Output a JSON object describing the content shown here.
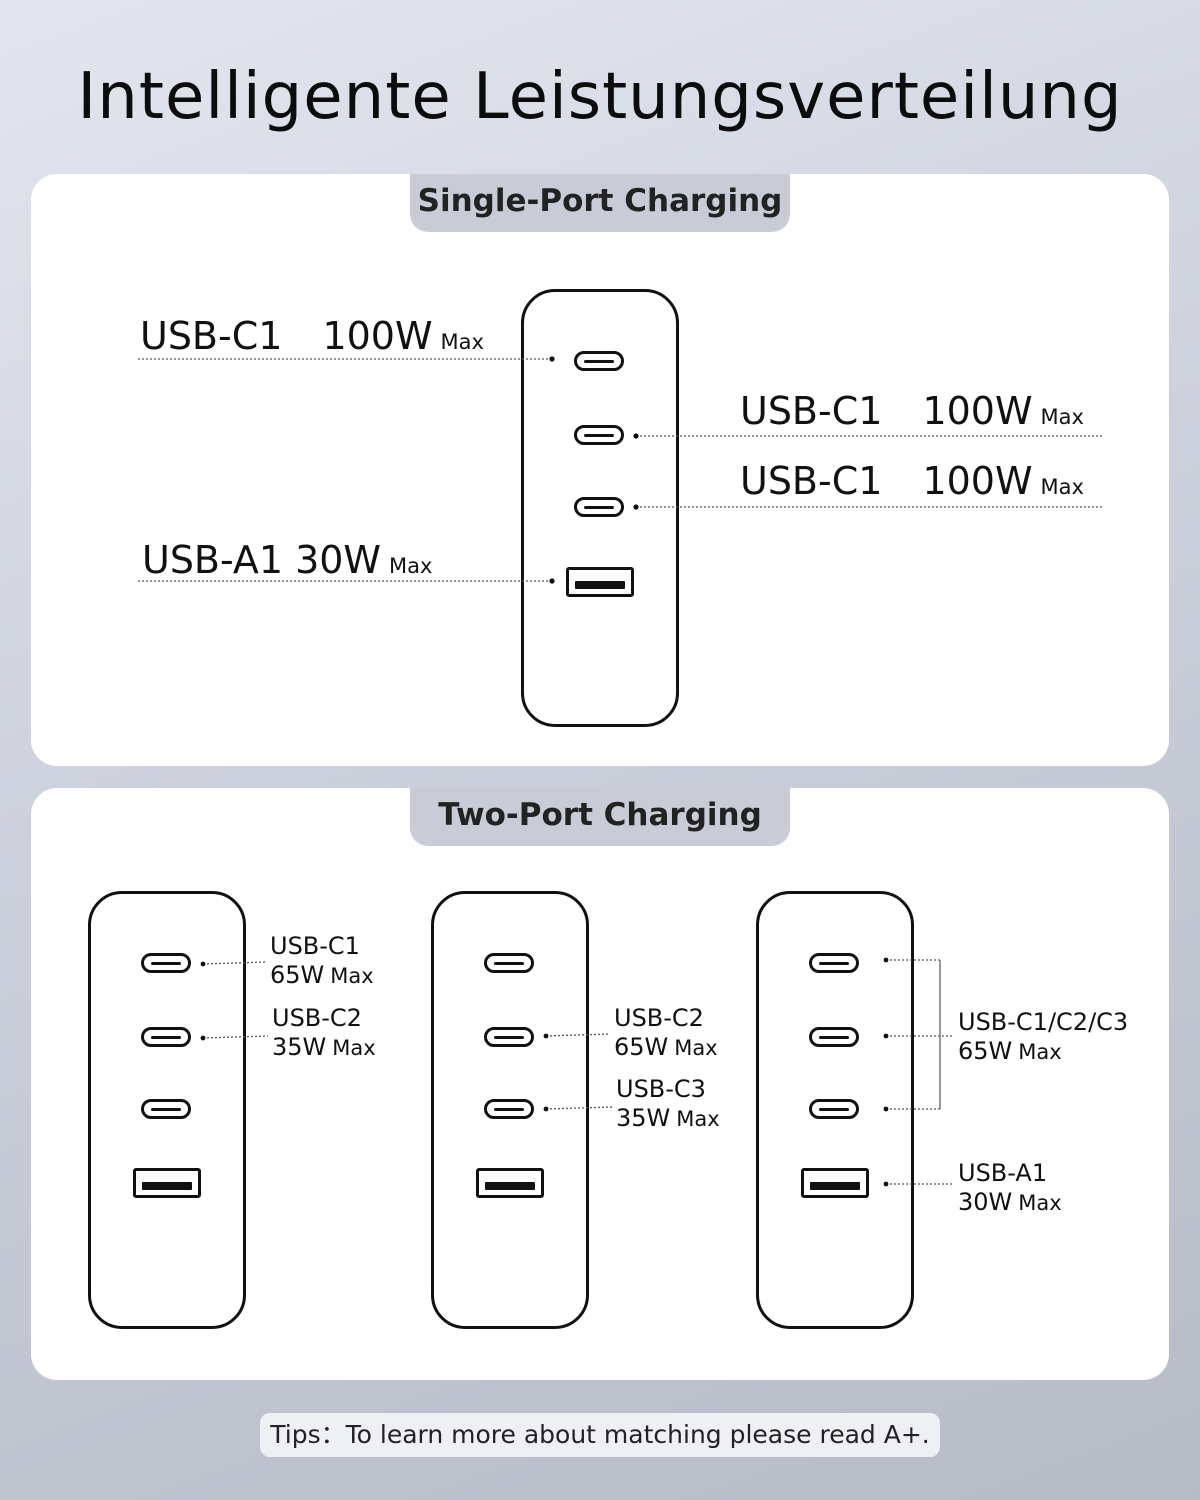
{
  "title": "Intelligente Leistungsverteilung",
  "single": {
    "tab": "Single-Port Charging",
    "labels": [
      {
        "port": "USB-C1",
        "watt": "100W",
        "max": "Max"
      },
      {
        "port": "USB-C1",
        "watt": "100W",
        "max": "Max"
      },
      {
        "port": "USB-C1",
        "watt": "100W",
        "max": "Max"
      },
      {
        "port": "USB-A1",
        "watt": "30W",
        "max": "Max"
      }
    ]
  },
  "two": {
    "tab": "Two-Port Charging",
    "left": [
      {
        "port": "USB-C1",
        "watt": "65W",
        "max": "Max"
      },
      {
        "port": "USB-C2",
        "watt": "35W",
        "max": "Max"
      }
    ],
    "middle": [
      {
        "port": "USB-C2",
        "watt": "65W",
        "max": "Max"
      },
      {
        "port": "USB-C3",
        "watt": "35W",
        "max": "Max"
      }
    ],
    "right": [
      {
        "port": "USB-C1/C2/C3",
        "watt": "65W",
        "max": "Max"
      },
      {
        "port": "USB-A1",
        "watt": "30W",
        "max": "Max"
      }
    ]
  },
  "tips": "Tips：To learn more about matching please read A+.",
  "colors": {
    "line": "#555555",
    "panel": "#ffffff",
    "tab": "#c9ccd6",
    "ink": "#111111"
  }
}
